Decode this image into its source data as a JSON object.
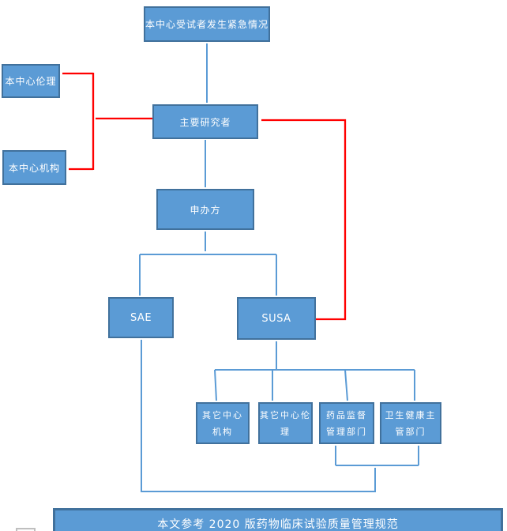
{
  "colors": {
    "box_fill": "#5b9bd5",
    "box_border": "#41719c",
    "connector_blue": "#5b9bd5",
    "connector_red": "#ff0000",
    "label_text": "#ffffff"
  },
  "nodes": {
    "emergency": {
      "label": "本中心受试者发生紧急情况"
    },
    "site_ethics": {
      "label": "本中心伦理"
    },
    "site_institution": {
      "label": "本中心机构"
    },
    "pi": {
      "label": "主要研究者"
    },
    "sponsor": {
      "label": "申办方"
    },
    "sae": {
      "label": "SAE"
    },
    "susa": {
      "label": "SUSA"
    },
    "other_center_institution": {
      "line1": "其它中心",
      "line2": "机构"
    },
    "other_center_ethics": {
      "line1": "其它中心伦",
      "line2": "理"
    },
    "drug_admin": {
      "line1": "药品监督",
      "line2": "管理部门"
    },
    "health_admin": {
      "line1": "卫生健康主",
      "line2": "管部门"
    }
  },
  "footer": {
    "label": "本文参考 2020 版药物临床试验质量管理规范"
  }
}
